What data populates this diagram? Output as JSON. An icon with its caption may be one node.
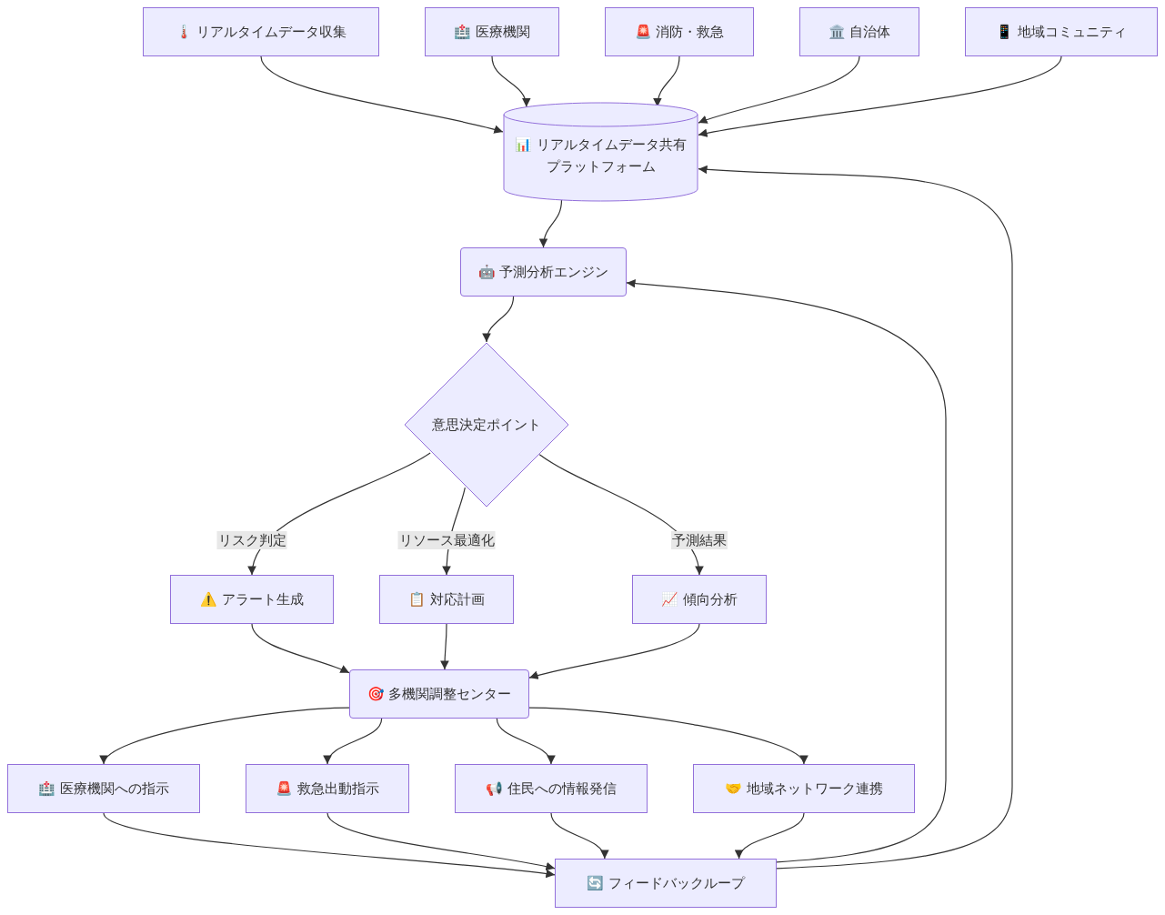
{
  "diagram": {
    "nodes": [
      {
        "text": [
          "🌡️ リアルタイムデータ収集"
        ]
      },
      {
        "text": [
          "🏥 医療機関"
        ]
      },
      {
        "text": [
          "🚨 消防・救急"
        ]
      },
      {
        "text": [
          "🏛️ 自治体"
        ]
      },
      {
        "text": [
          "📱 地域コミュニティ"
        ]
      },
      {
        "text": [
          "📊 リアルタイムデータ共有プラットフォーム"
        ]
      },
      {
        "text": [
          "🤖 予測分析エンジン"
        ]
      },
      {
        "text": [
          "意思決定ポイント"
        ]
      },
      {
        "text": [
          "⚠️ アラート生成"
        ]
      },
      {
        "text": [
          "📋 対応計画"
        ]
      },
      {
        "text": [
          "📈 傾向分析"
        ]
      },
      {
        "text": [
          "🎯 多機関調整センター"
        ]
      },
      {
        "text": [
          "🏥 医療機関への指示"
        ]
      },
      {
        "text": [
          "🚨 救急出動指示"
        ]
      },
      {
        "text": [
          "📢 住民への情報発信"
        ]
      },
      {
        "text": [
          "🤝 地域ネットワーク連携"
        ]
      },
      {
        "text": [
          "🔄 フィードバックループ"
        ]
      }
    ],
    "edges": [
      {
        "from": 0,
        "to": 5,
        "arrow": "to"
      },
      {
        "from": 1,
        "to": 5,
        "arrow": "to"
      },
      {
        "from": 2,
        "to": 5,
        "arrow": "to"
      },
      {
        "from": 3,
        "to": 5,
        "arrow": "to"
      },
      {
        "from": 4,
        "to": 5,
        "arrow": "to"
      },
      {
        "from": 5,
        "to": 6,
        "arrow": "to"
      },
      {
        "from": 6,
        "to": 7,
        "arrow": "to"
      },
      {
        "from": 7,
        "to": 8,
        "arrow": "to",
        "label": "リスク判定"
      },
      {
        "from": 7,
        "to": 9,
        "arrow": "to",
        "label": "リソース最適化"
      },
      {
        "from": 7,
        "to": 10,
        "arrow": "to",
        "label": "予測結果"
      },
      {
        "from": 8,
        "to": 11,
        "arrow": "to"
      },
      {
        "from": 9,
        "to": 11,
        "arrow": "to"
      },
      {
        "from": 10,
        "to": 11,
        "arrow": "to"
      },
      {
        "from": 11,
        "to": 12,
        "arrow": "to"
      },
      {
        "from": 11,
        "to": 13,
        "arrow": "to"
      },
      {
        "from": 11,
        "to": 14,
        "arrow": "to"
      },
      {
        "from": 11,
        "to": 15,
        "arrow": "to"
      },
      {
        "from": 12,
        "to": 16,
        "arrow": "to"
      },
      {
        "from": 13,
        "to": 16,
        "arrow": "to"
      },
      {
        "from": 14,
        "to": 16,
        "arrow": "to"
      },
      {
        "from": 15,
        "to": 16,
        "arrow": "to"
      },
      {
        "from": 16,
        "to": 6,
        "arrow": "to"
      },
      {
        "from": 16,
        "to": 5,
        "arrow": "to"
      }
    ]
  }
}
